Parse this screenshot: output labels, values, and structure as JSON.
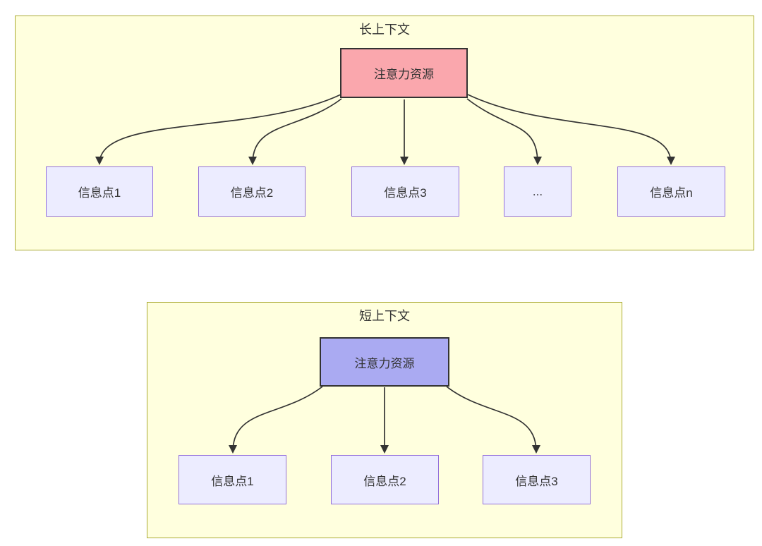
{
  "long_context": {
    "title": "长上下文",
    "root_label": "注意力资源",
    "children": [
      "信息点1",
      "信息点2",
      "信息点3",
      "...",
      "信息点n"
    ]
  },
  "short_context": {
    "title": "短上下文",
    "root_label": "注意力资源",
    "children": [
      "信息点1",
      "信息点2",
      "信息点3"
    ]
  },
  "colors": {
    "container_fill": "#ffffde",
    "container_border": "#aaaa33",
    "node_fill": "#ececff",
    "node_border": "#9370db",
    "long_root_fill": "#faa7ad",
    "short_root_fill": "#aaaaf2",
    "root_border": "#333333",
    "arrow": "#333333",
    "text": "#333333"
  }
}
